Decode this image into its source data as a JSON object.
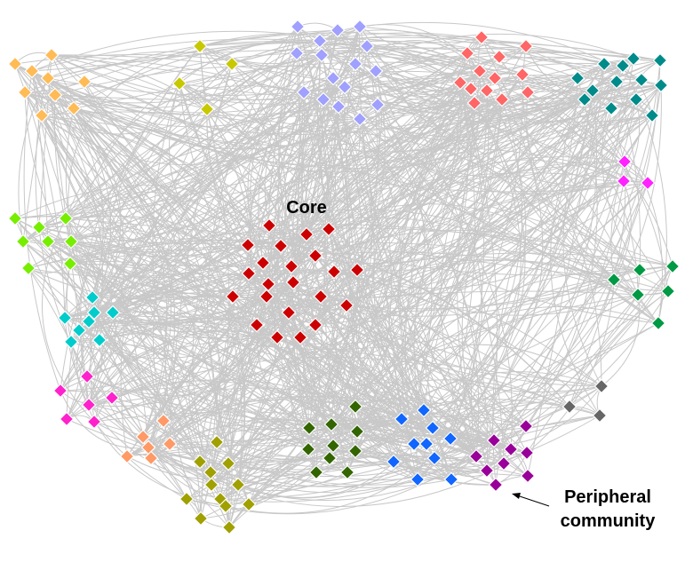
{
  "labels": {
    "core": "Core",
    "peripheral_line1": "Peripheral",
    "peripheral_line2": "community"
  },
  "communities": [
    {
      "id": "orange-tl",
      "color": "#ffbb55",
      "count": 9
    },
    {
      "id": "olive-yellow",
      "color": "#c8c800",
      "count": 4
    },
    {
      "id": "lavender",
      "color": "#a0a0ff",
      "count": 16
    },
    {
      "id": "salmon",
      "color": "#ff6666",
      "count": 13
    },
    {
      "id": "teal",
      "color": "#008b8b",
      "count": 13
    },
    {
      "id": "magenta-r",
      "color": "#ff22ff",
      "count": 3
    },
    {
      "id": "lime",
      "color": "#77ee00",
      "count": 8
    },
    {
      "id": "core-red",
      "color": "#cc0000",
      "count": 22
    },
    {
      "id": "green-r",
      "color": "#009944",
      "count": 6
    },
    {
      "id": "cyan",
      "color": "#00cccc",
      "count": 8
    },
    {
      "id": "pink",
      "color": "#ff22cc",
      "count": 6
    },
    {
      "id": "gray",
      "color": "#666666",
      "count": 3
    },
    {
      "id": "orange-bl",
      "color": "#ff9966",
      "count": 6
    },
    {
      "id": "olive",
      "color": "#a0a000",
      "count": 12
    },
    {
      "id": "dark-green",
      "color": "#336600",
      "count": 10
    },
    {
      "id": "blue",
      "color": "#1166ff",
      "count": 10
    },
    {
      "id": "purple",
      "color": "#990099",
      "count": 9
    }
  ]
}
